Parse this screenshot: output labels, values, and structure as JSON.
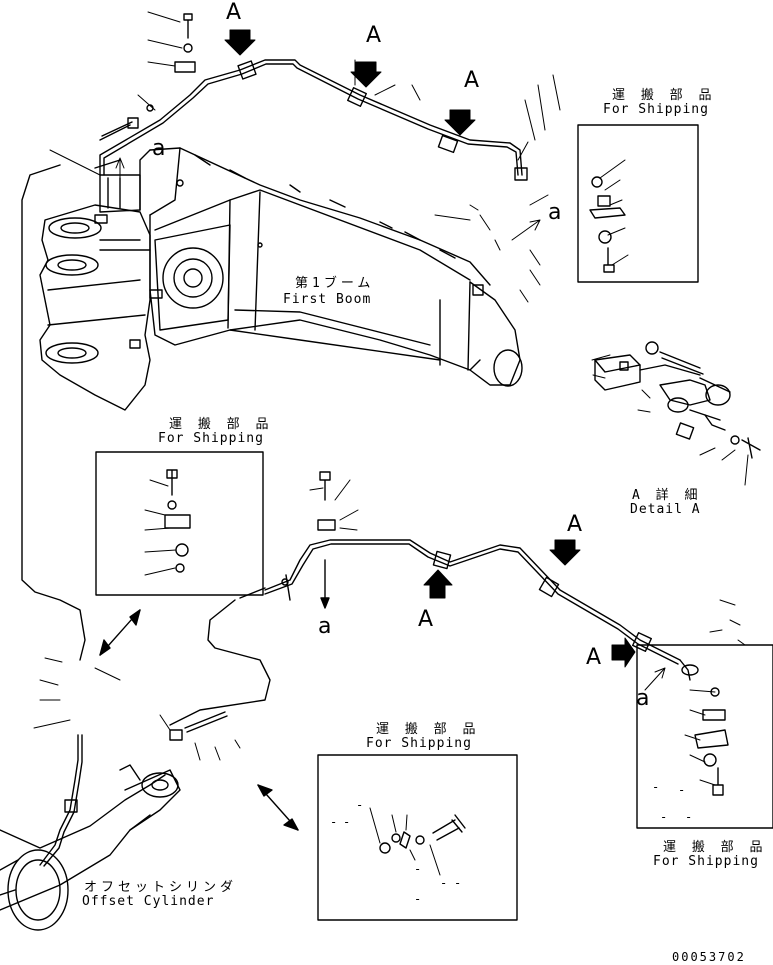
{
  "labels": {
    "first_boom_jp": "第1ブーム",
    "first_boom_en": "First Boom",
    "offset_cylinder_jp": "オフセットシリンダ",
    "offset_cylinder_en": "Offset Cylinder",
    "detail_a_jp": "A 詳 細",
    "detail_a_en": "Detail A",
    "shipping_jp": "運 搬 部 品",
    "shipping_en": "For Shipping",
    "view_a": "A",
    "ref_a": "a",
    "dash": "-",
    "drawing_number": "00053702"
  },
  "colors": {
    "line": "#000000",
    "background": "#ffffff"
  }
}
